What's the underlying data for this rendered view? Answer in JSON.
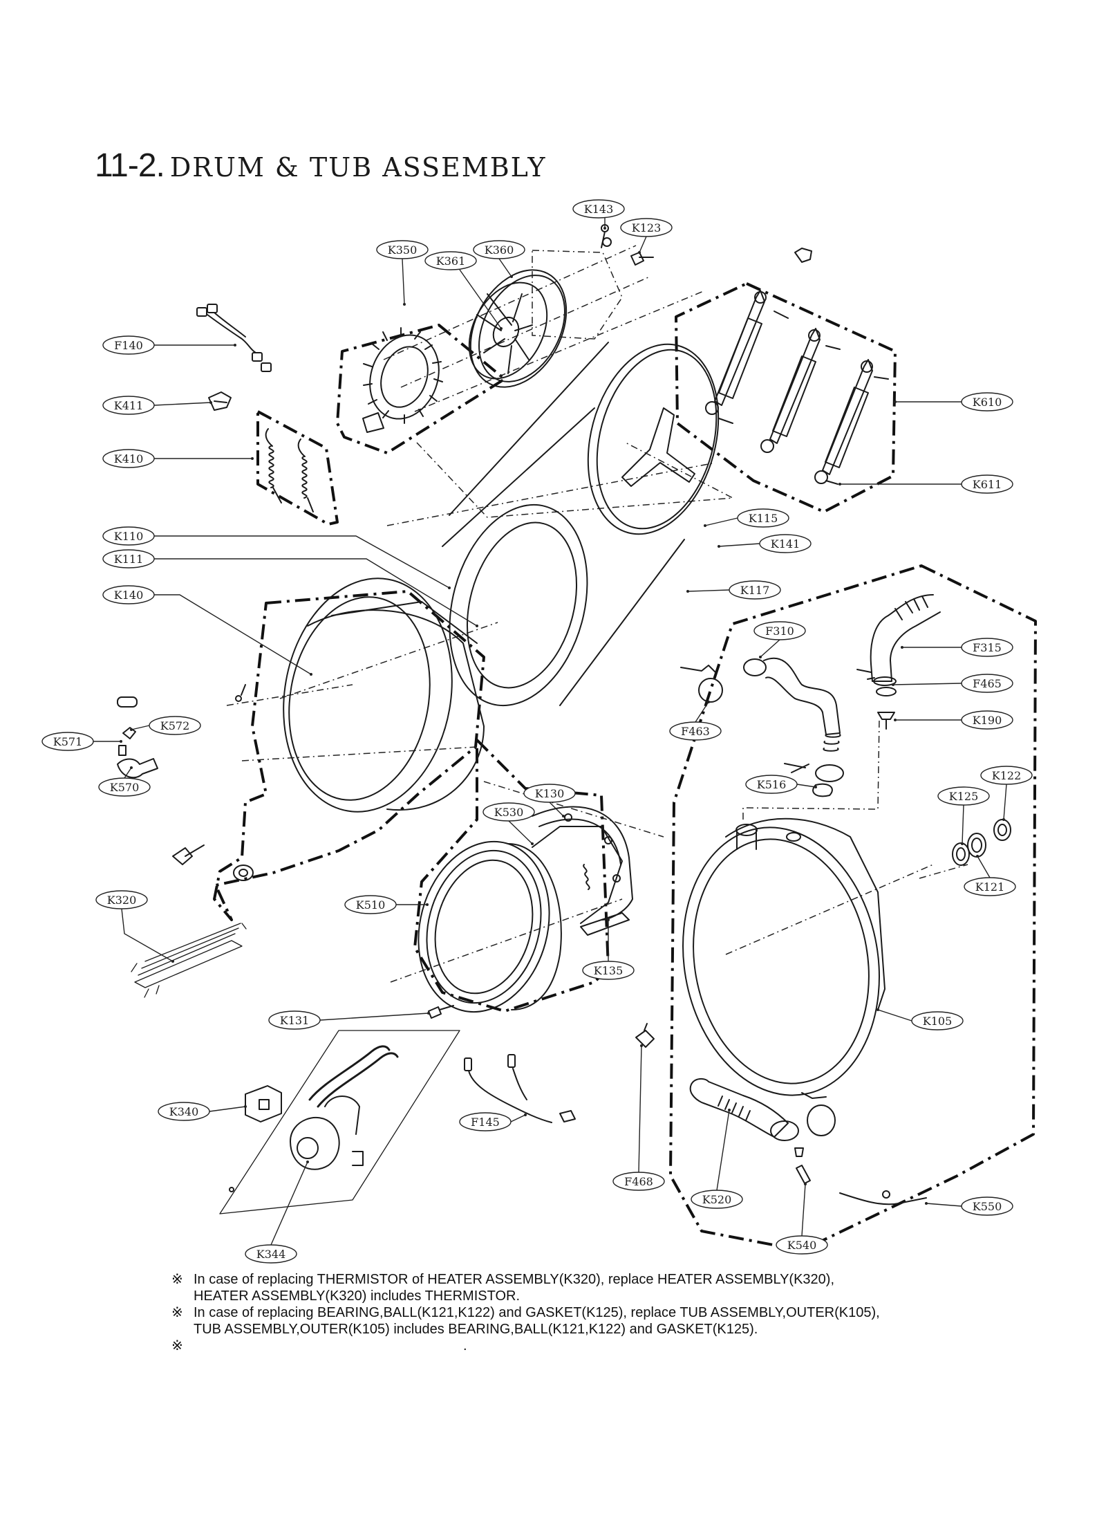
{
  "title": {
    "number": "11-2.",
    "text": "DRUM & TUB ASSEMBLY"
  },
  "parts": [
    "K143",
    "K123",
    "K350",
    "K361",
    "K360",
    "F140",
    "K411",
    "K410",
    "K610",
    "K611",
    "K115",
    "K141",
    "K110",
    "K111",
    "K117",
    "K140",
    "F310",
    "F315",
    "F465",
    "K190",
    "F463",
    "K572",
    "K571",
    "K570",
    "K516",
    "K125",
    "K122",
    "K121",
    "K130",
    "K530",
    "K510",
    "K320",
    "K135",
    "K131",
    "K105",
    "K340",
    "F145",
    "F468",
    "K520",
    "K550",
    "K540",
    "K344"
  ],
  "notes": [
    {
      "mark": "※",
      "lines": [
        "In case of replacing THERMISTOR of HEATER ASSEMBLY(K320), replace HEATER ASSEMBLY(K320),",
        "HEATER ASSEMBLY(K320) includes THERMISTOR."
      ]
    },
    {
      "mark": "※",
      "lines": [
        "In case of replacing BEARING,BALL(K121,K122) and GASKET(K125), replace TUB ASSEMBLY,OUTER(K105),",
        "TUB ASSEMBLY,OUTER(K105) includes BEARING,BALL(K121,K122) and GASKET(K125)."
      ]
    },
    {
      "mark": "※",
      "lines": [
        "."
      ]
    }
  ]
}
